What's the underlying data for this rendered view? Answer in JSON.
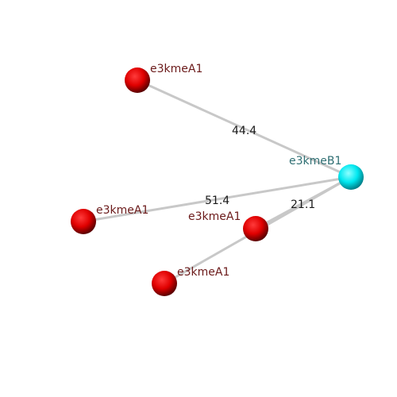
{
  "nodes": [
    {
      "id": "a1",
      "label": "e3kmeA1",
      "kind": "red"
    },
    {
      "id": "a2",
      "label": "e3kmeA1",
      "kind": "red"
    },
    {
      "id": "a3",
      "label": "e3kmeA1",
      "kind": "red"
    },
    {
      "id": "a4",
      "label": "e3kmeA1",
      "kind": "red"
    },
    {
      "id": "b1",
      "label": "e3kmeB1",
      "kind": "cyan"
    }
  ],
  "edges": [
    {
      "from": "a1",
      "to": "b1",
      "distance": "44.4"
    },
    {
      "from": "a2",
      "to": "b1",
      "distance": "51.4"
    },
    {
      "from": "a3",
      "to": "b1",
      "distance": "21.1"
    },
    {
      "from": "a4",
      "to": "b1",
      "distance": ""
    }
  ],
  "colors": {
    "red_label": "#6b1a1a",
    "cyan_label": "#2f6f73",
    "bond": "#c8c8c8"
  }
}
